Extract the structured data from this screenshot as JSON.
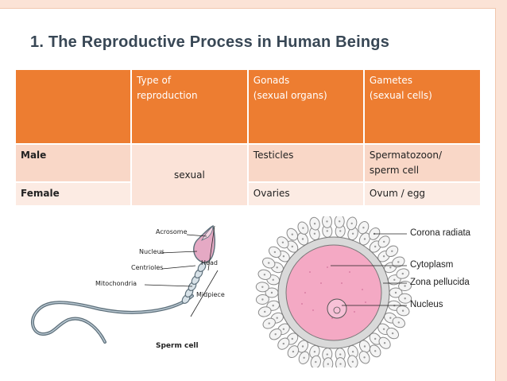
{
  "title": "1. The Reproductive Process in Human Beings",
  "table": {
    "header": [
      "",
      "Type of reproduction",
      "Gonads (sexual organs)",
      "Gametes (sexual cells)"
    ],
    "header_lines": {
      "type_1": "Type of",
      "type_2": "reproduction",
      "gonads_1": "Gonads",
      "gonads_2": "(sexual organs)",
      "gametes_1": "Gametes",
      "gametes_2": "(sexual cells)"
    },
    "rows": [
      {
        "label": "Male",
        "gonads": "Testicles",
        "gametes_1": "Spermatozoon/",
        "gametes_2": "sperm cell"
      },
      {
        "label": "Female",
        "gonads": "Ovaries",
        "gametes": "Ovum / egg"
      }
    ],
    "type_value": "sexual"
  },
  "sperm_figure": {
    "labels": {
      "acrosome": "Acrosome",
      "nucleus": "Nucleus",
      "head": "Head",
      "centrioles": "Centrioles",
      "mitochondria": "Mitochondria",
      "midpiece": "Midpiece",
      "caption": "Sperm cell"
    }
  },
  "egg_figure": {
    "labels": {
      "corona": "Corona radiata",
      "cytoplasm": "Cytoplasm",
      "zona": "Zona pellucida",
      "nucleus": "Nucleus"
    }
  },
  "colors": {
    "header_orange": "#ed7d31",
    "row_light": "#f9d7c7",
    "egg_pink": "#f4a9c4",
    "title_color": "#384755"
  }
}
